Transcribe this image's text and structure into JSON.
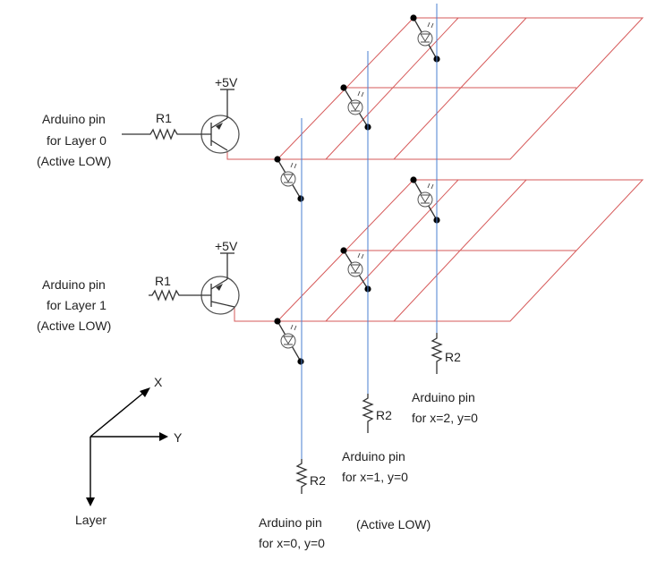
{
  "supply_label": "+5V",
  "base_resistor_label": "R1",
  "column_resistor_label": "R2",
  "layers": [
    {
      "pin_line1": "Arduino pin",
      "pin_line2": "for Layer 0",
      "pin_line3": "(Active LOW)"
    },
    {
      "pin_line1": "Arduino pin",
      "pin_line2": "for Layer 1",
      "pin_line3": "(Active LOW)"
    }
  ],
  "columns": [
    {
      "pin_line1": "Arduino pin",
      "pin_line2": "for x=0, y=0"
    },
    {
      "pin_line1": "Arduino pin",
      "pin_line2": "for x=1, y=0"
    },
    {
      "pin_line1": "Arduino pin",
      "pin_line2": "for x=2, y=0"
    }
  ],
  "columns_note": "(Active LOW)",
  "axes": {
    "x": "X",
    "y": "Y",
    "z": "Layer"
  },
  "colors": {
    "grid": "#d65a5a",
    "column": "#4a7fd0"
  }
}
